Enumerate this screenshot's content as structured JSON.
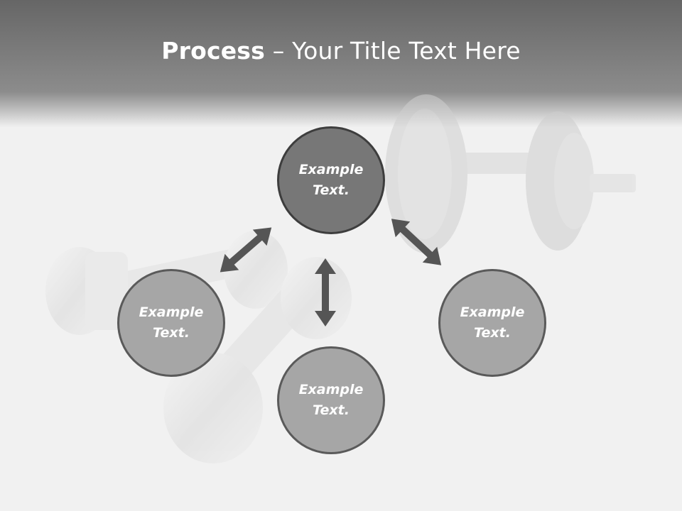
{
  "title": {
    "bold": "Process",
    "dash": " – ",
    "rest": "Your Title Text Here"
  },
  "nodes": [
    {
      "id": "top",
      "label": "Example\nText."
    },
    {
      "id": "left",
      "label": "Example\nText."
    },
    {
      "id": "bottom",
      "label": "Example\nText."
    },
    {
      "id": "right",
      "label": "Example\nText."
    }
  ],
  "colors": {
    "header": "#6b6b6b",
    "node_dark": "#777777",
    "node_light": "#a6a6a6",
    "arrow": "#555555"
  }
}
